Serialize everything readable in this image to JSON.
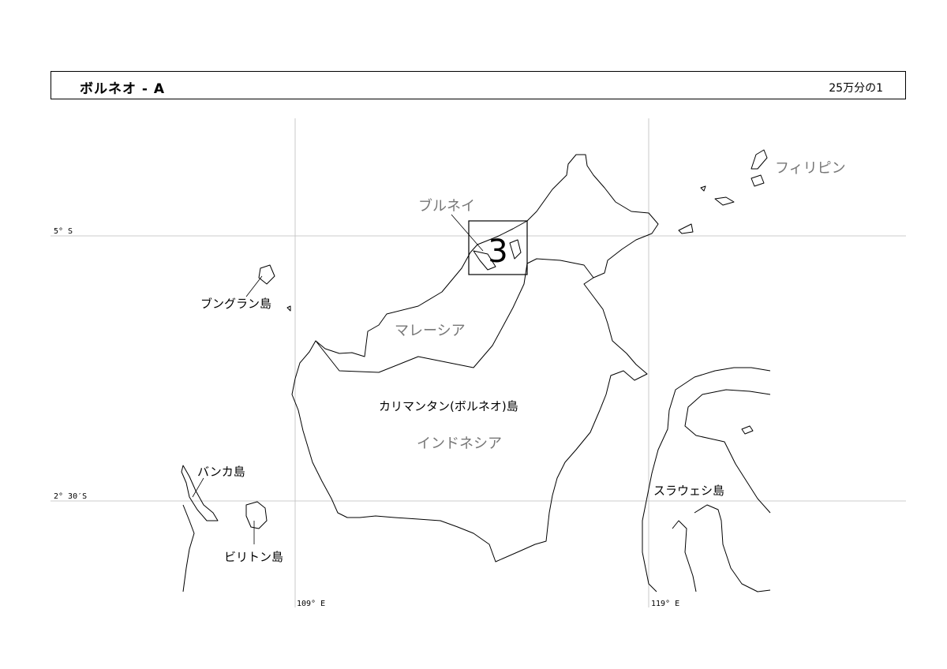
{
  "header": {
    "title": "ボルネオ - A",
    "scale": "25万分の1"
  },
  "grid": {
    "lat_labels": [
      "5° S",
      "2° 30′S"
    ],
    "lon_labels": [
      "109° E",
      "119° E"
    ]
  },
  "labels": {
    "countries": [
      "ブルネイ",
      "マレーシア",
      "インドネシア",
      "フィリピン"
    ],
    "islands": [
      "ブングラン島",
      "カリマンタン(ボルネオ)島",
      "バンカ島",
      "ビリトン島",
      "スラウェシ島"
    ]
  },
  "sheet_index": {
    "number": "3"
  }
}
